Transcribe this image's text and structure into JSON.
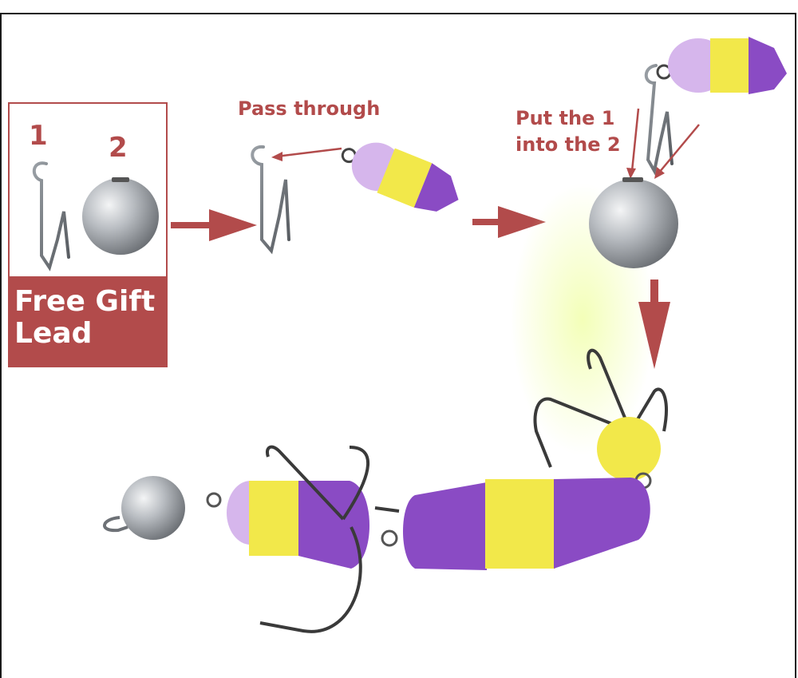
{
  "gift": {
    "step1": "1",
    "step2": "2",
    "label_line1": "Free Gift",
    "label_line2": "Lead"
  },
  "instructions": {
    "pass_through": "Pass through",
    "put_line1": "Put the 1",
    "put_line2": "into the 2"
  },
  "colors": {
    "accent": "#b24b4b",
    "foam_yellow": "#f2e84a",
    "foam_purple": "#8a4bc4",
    "foam_lavender": "#d6b6ec",
    "lead_silver": "#b9bdc2"
  },
  "icons": [
    "snap-clip-icon",
    "lead-ball-icon",
    "foam-bait-icon",
    "treble-hook-icon",
    "arrow-right-icon",
    "arrow-down-icon"
  ]
}
